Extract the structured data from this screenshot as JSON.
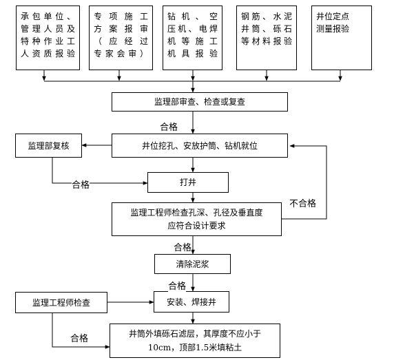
{
  "top_boxes": [
    {
      "text": "承包单位、\n管理人员及\n特种作业工\n人资质报验"
    },
    {
      "text": "专项施工\n方案报审\n（应经过\n专家会审）"
    },
    {
      "text": "钻机、空\n压机、电焊\n机等施工\n机具报验"
    },
    {
      "text": "钢筋、水泥\n井筒、砾石\n等材料报验"
    },
    {
      "text": "井位定点\n测量报验"
    }
  ],
  "steps": {
    "review": "监理部审查、检查或复查",
    "drill": "井位挖孔、安放护筒、钻机就位",
    "bore": "打井",
    "check": "监理工程师检查孔深、孔径及垂直度\n应符合设计要求",
    "clear": "清除泥浆",
    "install": "安装、焊接井",
    "fill": "井筒外填砾石滤层，其厚度不应小于\n10cm，顶部1.5米填粘土"
  },
  "side": {
    "recheck": "监理部复核",
    "engineer": "监理工程师检查"
  },
  "labels": {
    "pass1": "合格",
    "pass2": "合格",
    "fail": "不合格",
    "pass3": "合格",
    "pass4": "合格",
    "pass5": "合格"
  }
}
